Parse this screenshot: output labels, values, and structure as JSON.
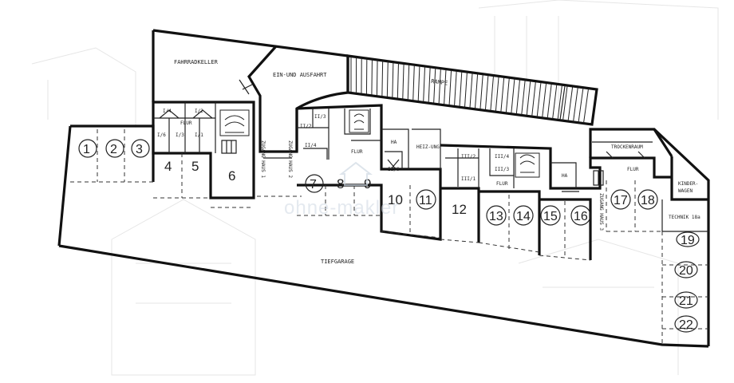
{
  "labels": {
    "fahrradkeller": "FAHRRADKELLER",
    "einfahrt": "EIN-UND AUSFAHRT",
    "rampe": "RAMPE",
    "tiefgarage": "TIEFGARAGE",
    "flur": "FLUR",
    "zugang1": "ZUGANG HAUS 1",
    "zugang2": "ZUGANG HAUS 2",
    "zugang3": "ZUGANG HAUS 3",
    "ha": "HA",
    "heizung": "HEIZ-UNG",
    "trockenraum": "TROCKENRAUM",
    "kinderwagen": "KINDER-WAGEN",
    "technik": "TECHNIK 18a",
    "watermark": "ohne-makler"
  },
  "cellars": {
    "h1": [
      "I/4",
      "I/2",
      "I/6",
      "I/3",
      "I/1"
    ],
    "h2": [
      "II/3",
      "II/2",
      "II/4",
      "II/6"
    ],
    "h3": [
      "III/2",
      "III/1",
      "III/4",
      "III/3"
    ]
  },
  "spaces": [
    "1",
    "2",
    "3",
    "4",
    "5",
    "6",
    "7",
    "8",
    "9",
    "10",
    "11",
    "12",
    "13",
    "14",
    "15",
    "16",
    "17",
    "18",
    "19",
    "20",
    "21",
    "22"
  ]
}
